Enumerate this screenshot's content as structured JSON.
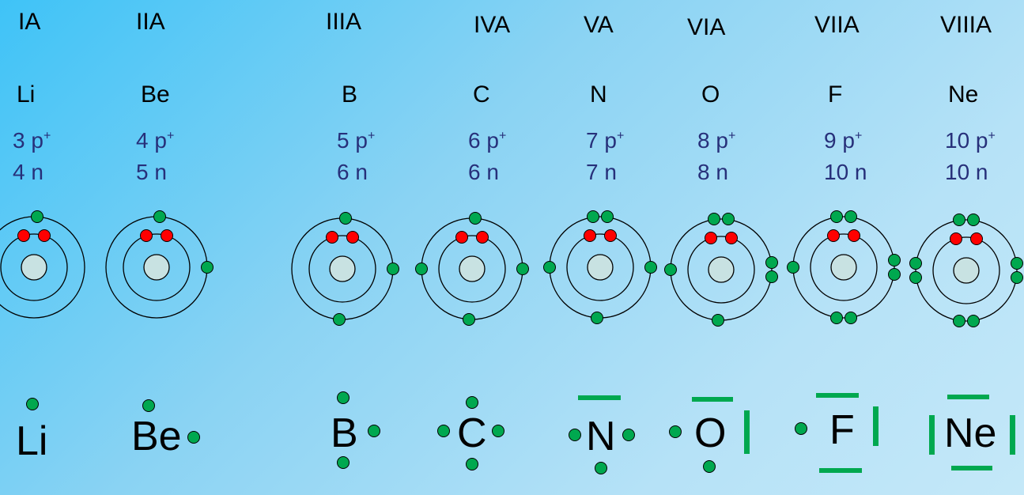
{
  "colors": {
    "electron_inner": "#ff0000",
    "electron_outer": "#00a84f",
    "nucleus": "#c8e2e2",
    "pair_bar": "#00a84f",
    "proton_neutron_text": "#27307a"
  },
  "elements": [
    {
      "group": "IA",
      "symbol": "Li",
      "protons": "3 p",
      "neutrons": "4 n",
      "inner": 2,
      "outer": 1
    },
    {
      "group": "IIA",
      "symbol": "Be",
      "protons": "4 p",
      "neutrons": "5 n",
      "inner": 2,
      "outer": 2
    },
    {
      "group": "IIIA",
      "symbol": "B",
      "protons": "5 p",
      "neutrons": "6 n",
      "inner": 2,
      "outer": 3
    },
    {
      "group": "IVA",
      "symbol": "C",
      "protons": "6 p",
      "neutrons": "6 n",
      "inner": 2,
      "outer": 4
    },
    {
      "group": "VA",
      "symbol": "N",
      "protons": "7 p",
      "neutrons": "7 n",
      "inner": 2,
      "outer": 5
    },
    {
      "group": "VIA",
      "symbol": "O",
      "protons": "8 p",
      "neutrons": "8 n",
      "inner": 2,
      "outer": 6
    },
    {
      "group": "VIIA",
      "symbol": "F",
      "protons": "9 p",
      "neutrons": "10 n",
      "inner": 2,
      "outer": 7
    },
    {
      "group": "VIIIA",
      "symbol": "Ne",
      "protons": "10 p",
      "neutrons": "10 n",
      "inner": 2,
      "outer": 8
    }
  ],
  "proton_superscript": "+"
}
